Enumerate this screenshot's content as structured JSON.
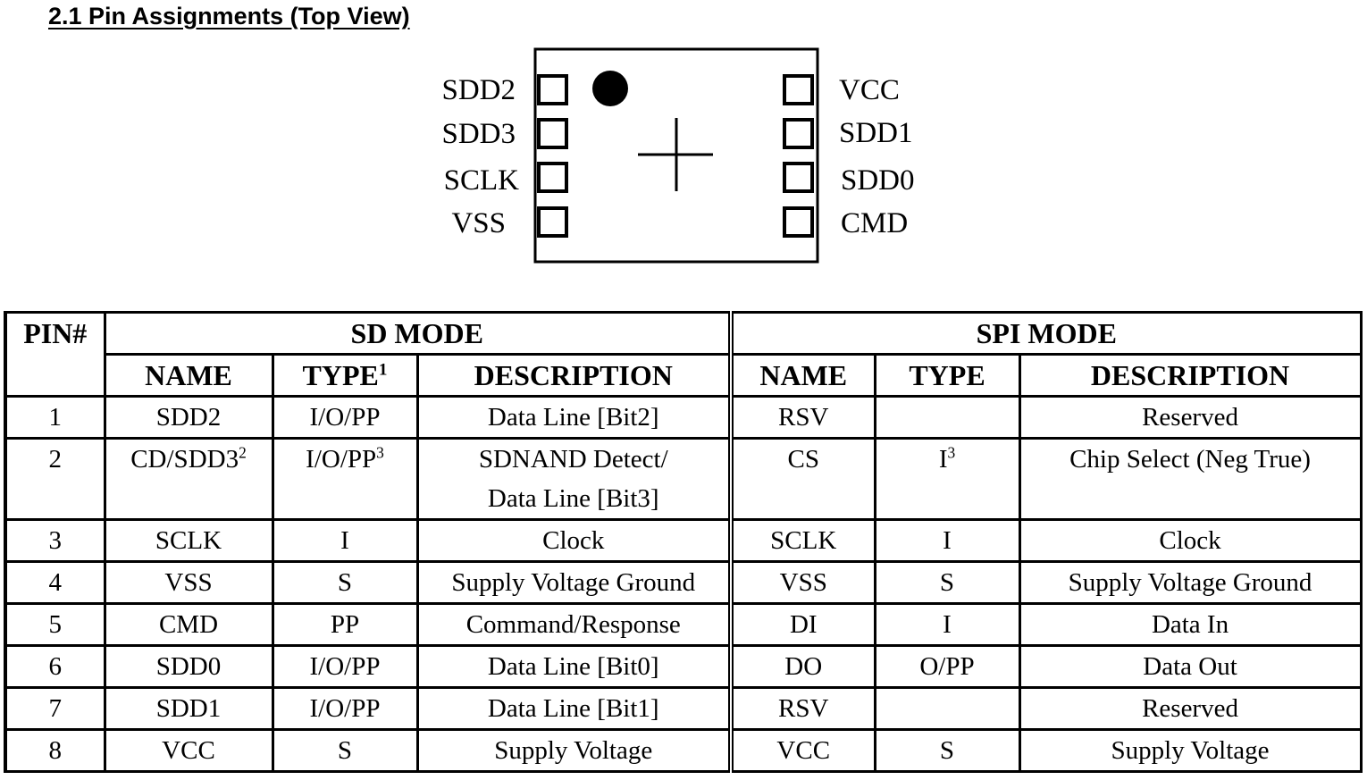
{
  "heading": "2.1 Pin Assignments (Top View)",
  "pinout": {
    "left_pins": [
      "SDD2",
      "SDD3",
      "SCLK",
      "VSS"
    ],
    "right_pins": [
      "VCC",
      "SDD1",
      "SDD0",
      "CMD"
    ]
  },
  "table": {
    "headers": {
      "pin": "PIN#",
      "sd_mode": "SD MODE",
      "spi_mode": "SPI MODE",
      "sd_name": "NAME",
      "sd_type": "TYPE",
      "sd_type_sup": "1",
      "sd_desc": "DESCRIPTION",
      "spi_name": "NAME",
      "spi_type": "TYPE",
      "spi_desc": "DESCRIPTION"
    },
    "rows": [
      {
        "pin": "1",
        "sd_name": "SDD2",
        "sd_name_sup": "",
        "sd_type": "I/O/PP",
        "sd_type_sup": "",
        "sd_desc": "Data Line [Bit2]",
        "sd_desc2": "",
        "spi_name": "RSV",
        "spi_type": "",
        "spi_type_sup": "",
        "spi_desc": "Reserved"
      },
      {
        "pin": "2",
        "sd_name": "CD/SDD3",
        "sd_name_sup": "2",
        "sd_type": "I/O/PP",
        "sd_type_sup": "3",
        "sd_desc": "SDNAND Detect/",
        "sd_desc2": "Data Line [Bit3]",
        "spi_name": "CS",
        "spi_type": "I",
        "spi_type_sup": "3",
        "spi_desc": "Chip Select (Neg True)"
      },
      {
        "pin": "3",
        "sd_name": "SCLK",
        "sd_name_sup": "",
        "sd_type": "I",
        "sd_type_sup": "",
        "sd_desc": "Clock",
        "sd_desc2": "",
        "spi_name": "SCLK",
        "spi_type": "I",
        "spi_type_sup": "",
        "spi_desc": "Clock"
      },
      {
        "pin": "4",
        "sd_name": "VSS",
        "sd_name_sup": "",
        "sd_type": "S",
        "sd_type_sup": "",
        "sd_desc": "Supply Voltage Ground",
        "sd_desc2": "",
        "spi_name": "VSS",
        "spi_type": "S",
        "spi_type_sup": "",
        "spi_desc": "Supply Voltage Ground"
      },
      {
        "pin": "5",
        "sd_name": "CMD",
        "sd_name_sup": "",
        "sd_type": "PP",
        "sd_type_sup": "",
        "sd_desc": "Command/Response",
        "sd_desc2": "",
        "spi_name": "DI",
        "spi_type": "I",
        "spi_type_sup": "",
        "spi_desc": "Data In"
      },
      {
        "pin": "6",
        "sd_name": "SDD0",
        "sd_name_sup": "",
        "sd_type": "I/O/PP",
        "sd_type_sup": "",
        "sd_desc": "Data Line [Bit0]",
        "sd_desc2": "",
        "spi_name": "DO",
        "spi_type": "O/PP",
        "spi_type_sup": "",
        "spi_desc": "Data Out"
      },
      {
        "pin": "7",
        "sd_name": "SDD1",
        "sd_name_sup": "",
        "sd_type": "I/O/PP",
        "sd_type_sup": "",
        "sd_desc": "Data Line [Bit1]",
        "sd_desc2": "",
        "spi_name": "RSV",
        "spi_type": "",
        "spi_type_sup": "",
        "spi_desc": "Reserved"
      },
      {
        "pin": "8",
        "sd_name": "VCC",
        "sd_name_sup": "",
        "sd_type": "S",
        "sd_type_sup": "",
        "sd_desc": "Supply Voltage",
        "sd_desc2": "",
        "spi_name": "VCC",
        "spi_type": "S",
        "spi_type_sup": "",
        "spi_desc": "Supply Voltage"
      }
    ]
  }
}
